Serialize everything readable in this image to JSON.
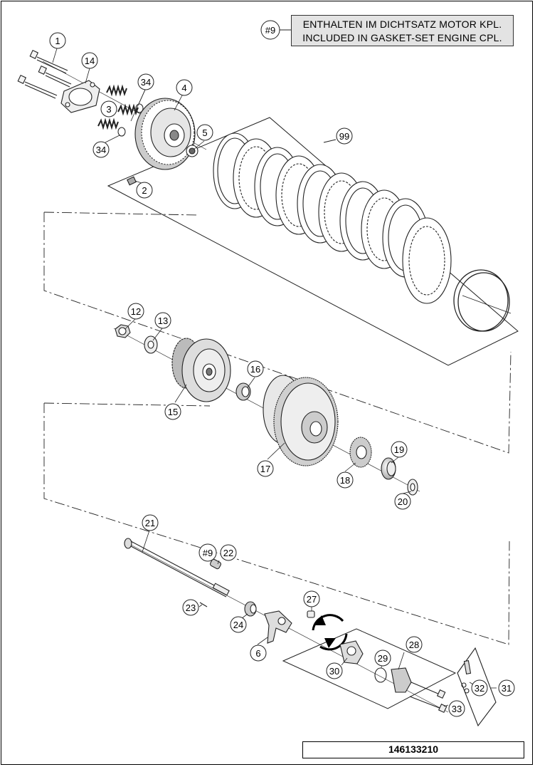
{
  "note": {
    "ref": "#9",
    "line1": "ENTHALTEN IM DICHTSATZ MOTOR KPL.",
    "line2": "INCLUDED IN GASKET-SET ENGINE CPL."
  },
  "footer": {
    "code": "146133210"
  },
  "callouts": {
    "c1": "1",
    "c14": "14",
    "c34a": "34",
    "c4": "4",
    "c3": "3",
    "c5": "5",
    "c34b": "34",
    "c2": "2",
    "c99": "99",
    "c12": "12",
    "c13": "13",
    "c16": "16",
    "c15": "15",
    "c19": "19",
    "c17": "17",
    "c18": "18",
    "c20": "20",
    "c21": "21",
    "c9b": "#9",
    "c22": "22",
    "c27": "27",
    "c23": "23",
    "c24": "24",
    "c28": "28",
    "c6": "6",
    "c29": "29",
    "c30": "30",
    "c32": "32",
    "c31": "31",
    "c33": "33"
  }
}
